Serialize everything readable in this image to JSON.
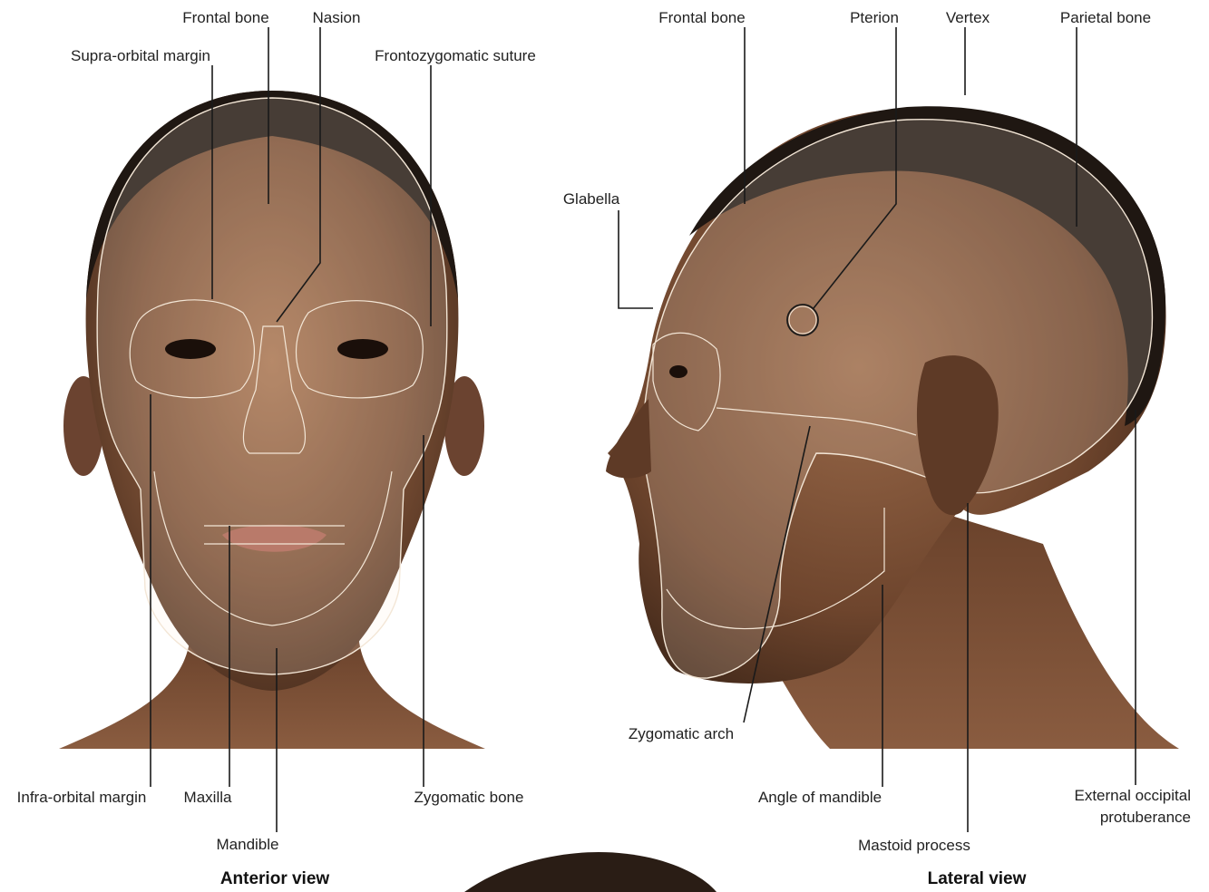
{
  "anterior": {
    "title": "Anterior view",
    "labels": {
      "frontal_bone": "Frontal bone",
      "nasion": "Nasion",
      "supra_orbital_margin": "Supra-orbital margin",
      "frontozygomatic_suture": "Frontozygomatic suture",
      "infra_orbital_margin": "Infra-orbital margin",
      "maxilla": "Maxilla",
      "zygomatic_bone": "Zygomatic bone",
      "mandible": "Mandible"
    }
  },
  "lateral": {
    "title": "Lateral view",
    "labels": {
      "frontal_bone": "Frontal bone",
      "pterion": "Pterion",
      "vertex": "Vertex",
      "parietal_bone": "Parietal bone",
      "glabella": "Glabella",
      "zygomatic_arch": "Zygomatic arch",
      "angle_of_mandible": "Angle of mandible",
      "external_occipital_line1": "External occipital",
      "external_occipital_line2": "protuberance",
      "mastoid_process": "Mastoid process"
    }
  },
  "colors": {
    "skin_dark": "#3a2417",
    "skin_mid": "#7a4f35",
    "skin_light": "#a67350",
    "hair": "#1f1712",
    "bone_outline": "#f3e6d6",
    "leader": "#1a1a1a"
  }
}
